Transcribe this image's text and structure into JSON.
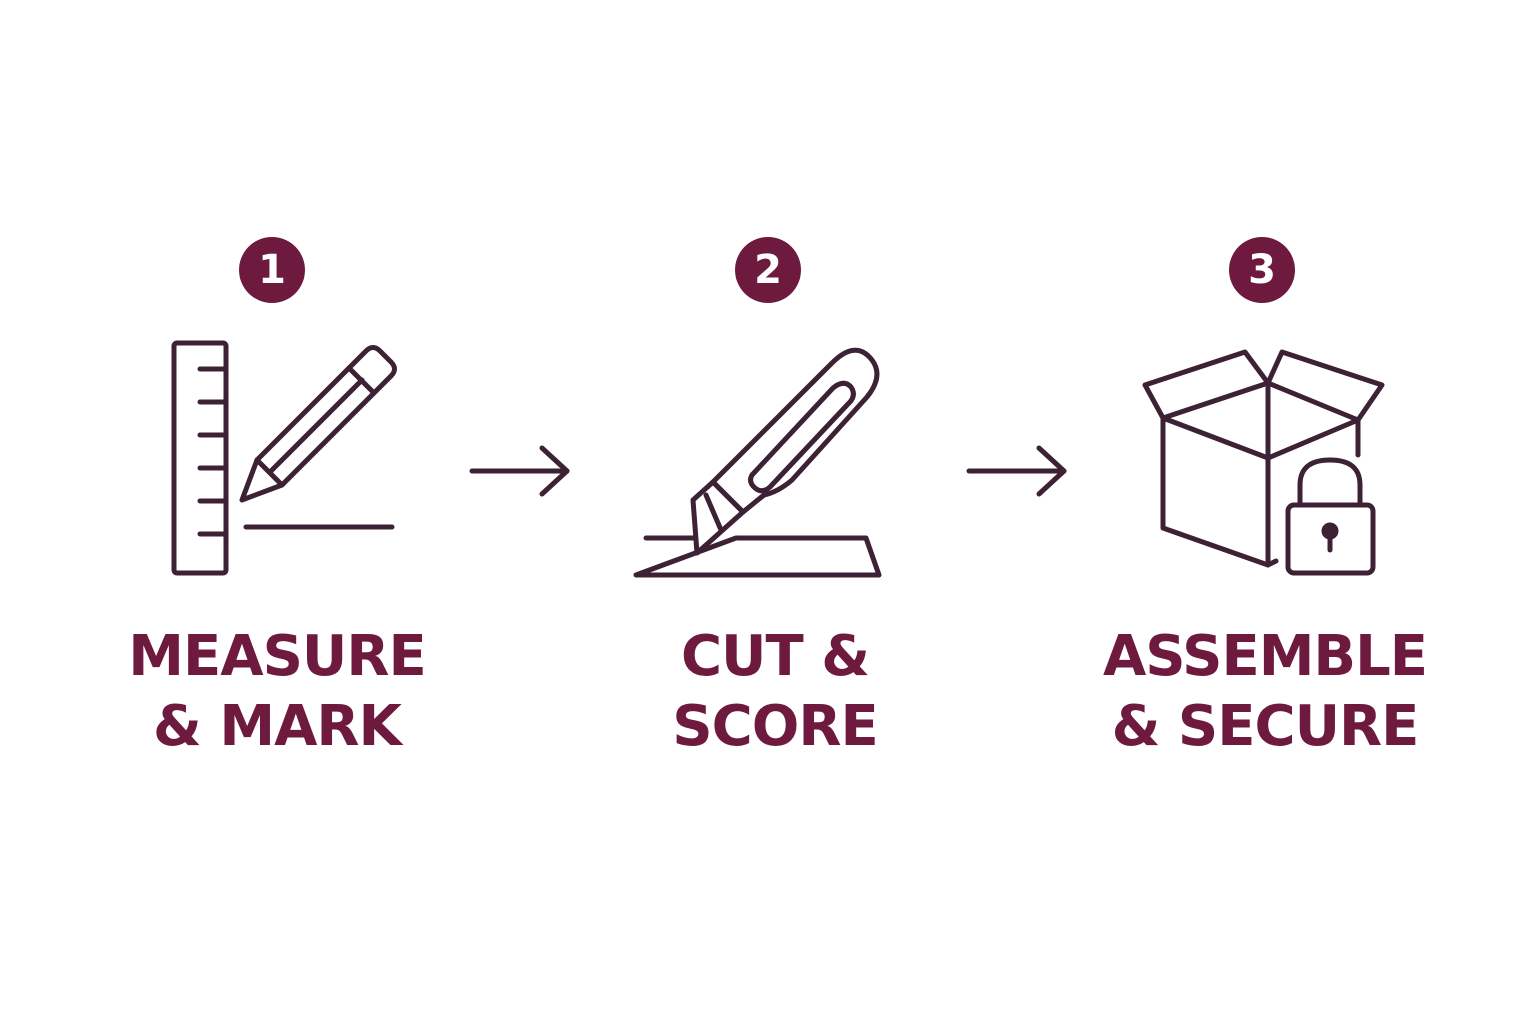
{
  "colors": {
    "accent": "#6e1a3e",
    "icon_stroke": "#3d2135",
    "background": "#ffffff"
  },
  "steps": [
    {
      "number": "1",
      "label_lines": [
        "MEASURE",
        "& MARK"
      ],
      "icon": "ruler-pencil-icon"
    },
    {
      "number": "2",
      "label_lines": [
        "CUT &",
        "SCORE"
      ],
      "icon": "utility-knife-icon"
    },
    {
      "number": "3",
      "label_lines": [
        "ASSEMBLE",
        "& SECURE"
      ],
      "icon": "box-lock-icon"
    }
  ],
  "connectors": [
    "arrow-right-icon",
    "arrow-right-icon"
  ]
}
